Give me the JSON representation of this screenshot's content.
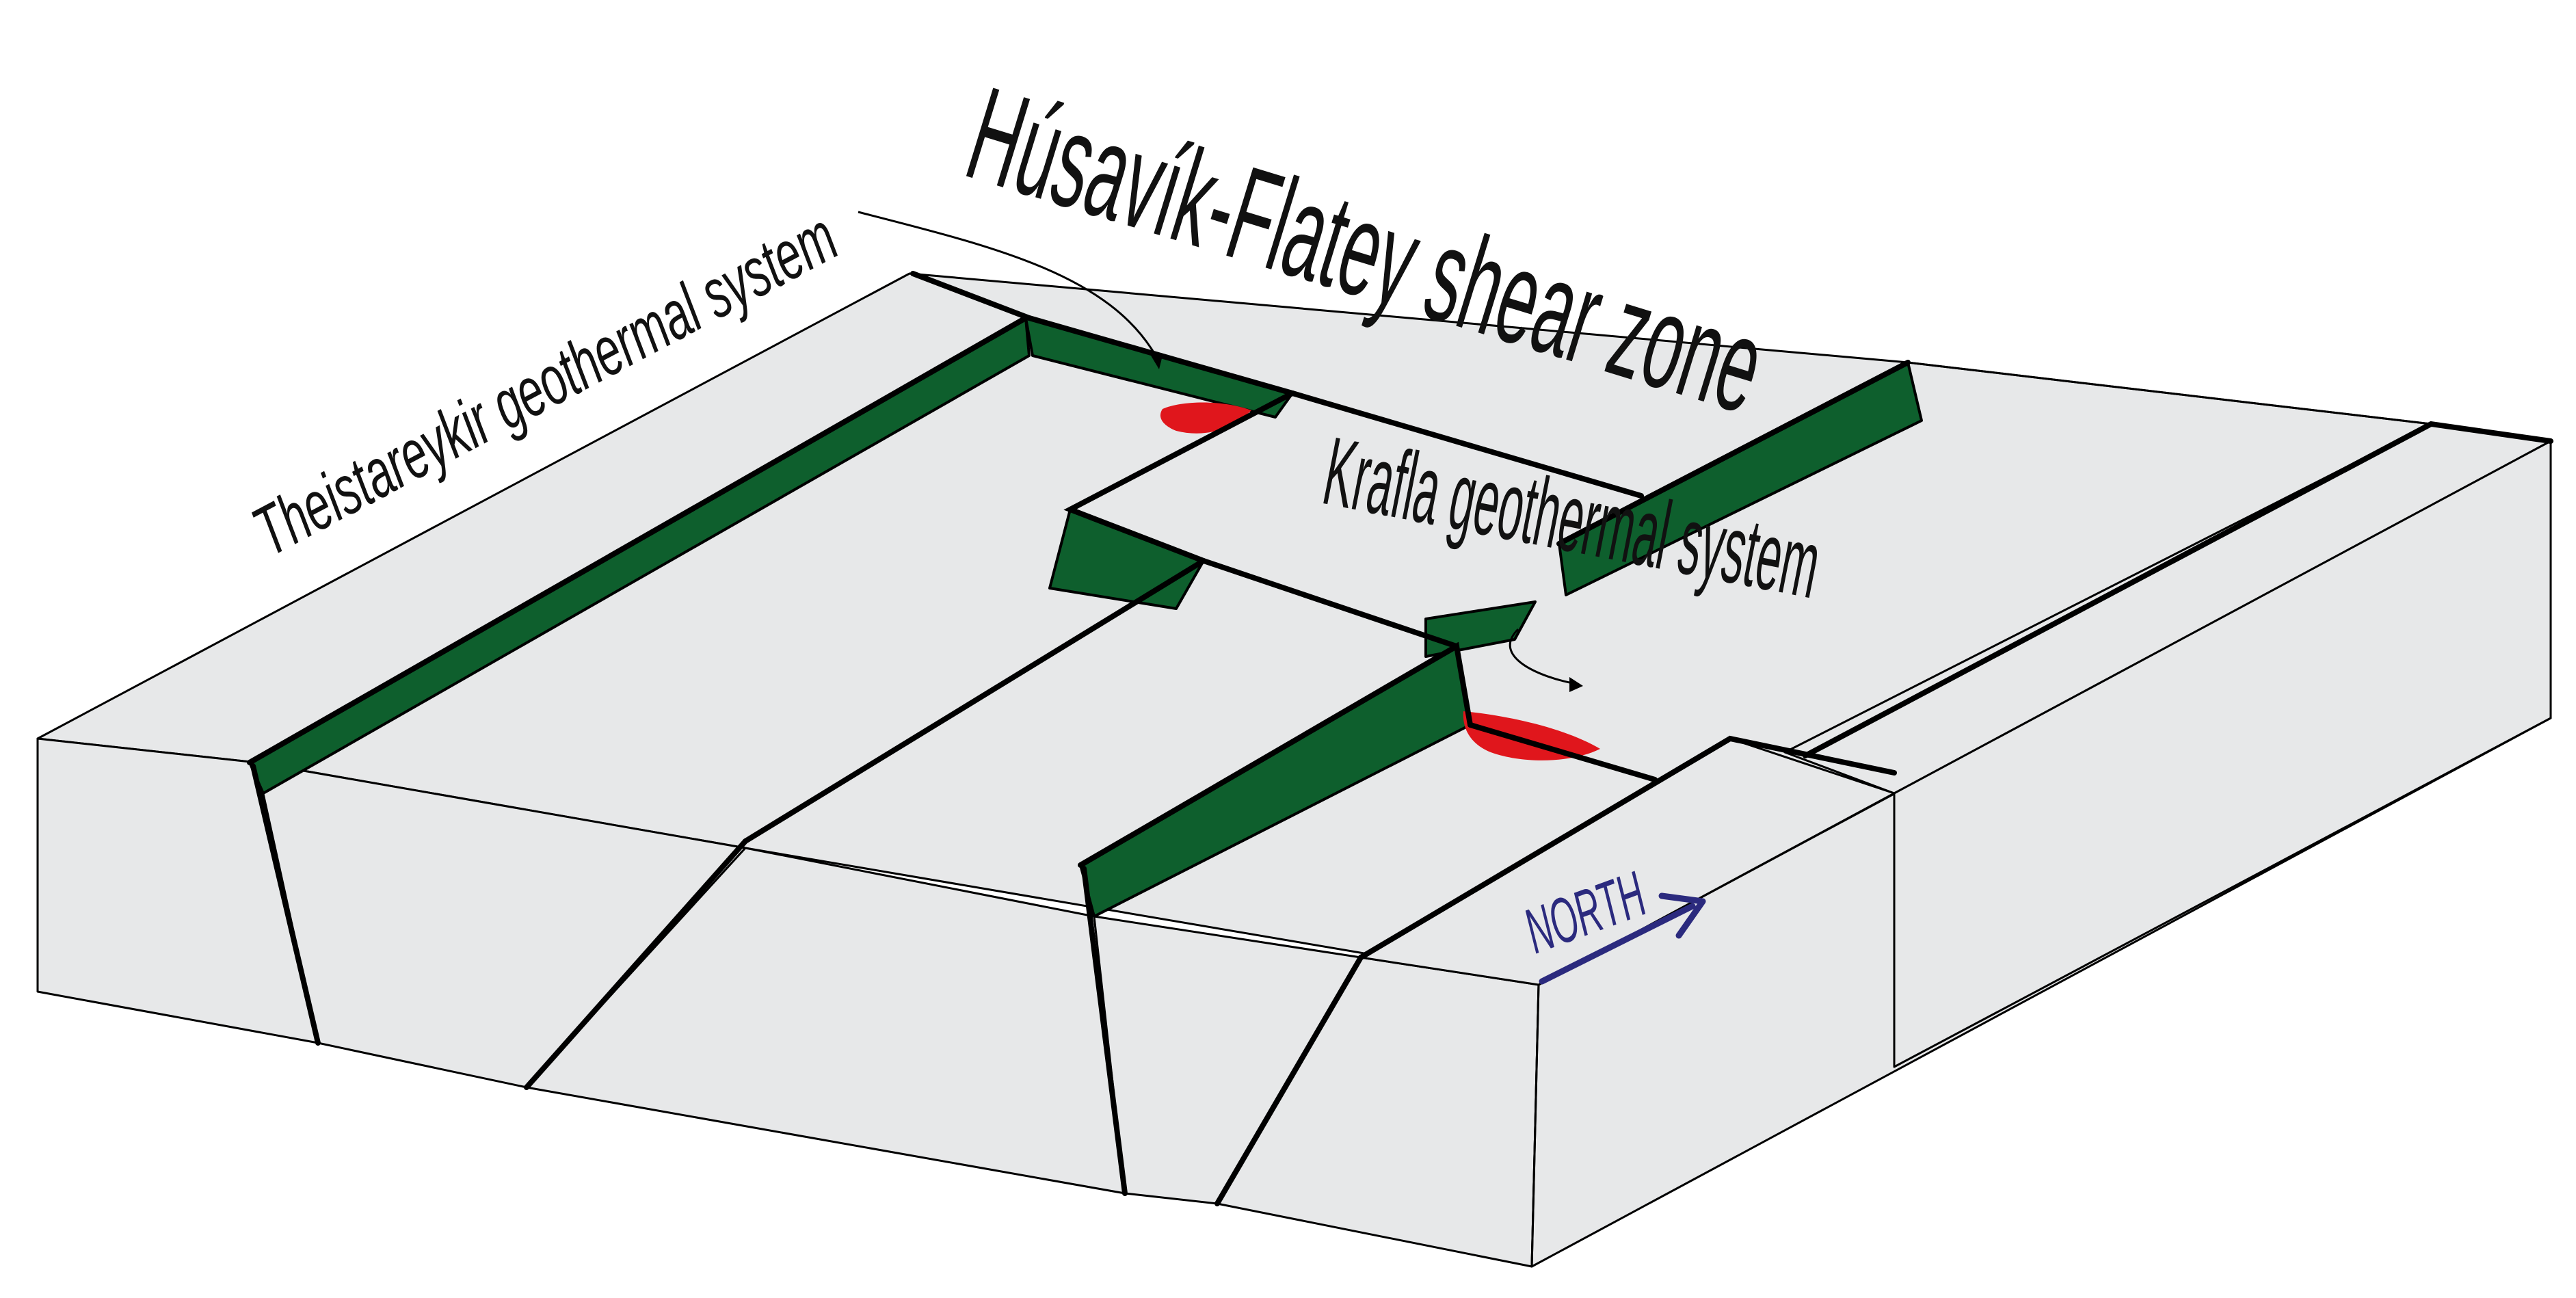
{
  "labels": {
    "shear_zone": "Húsavík-Flatey shear zone",
    "theistareykir": "Theistareykir geothermal system",
    "krafla": "Krafla geothermal system",
    "north": "NORTH"
  },
  "colors": {
    "block_face": "#e7e8e9",
    "fault_scarp": "#0e5f2d",
    "magma_lens": "#e0161c",
    "north_arrow": "#2b2a7e",
    "lines": "#000000"
  },
  "icons": {
    "north_arrow": "arrow-right-icon"
  }
}
